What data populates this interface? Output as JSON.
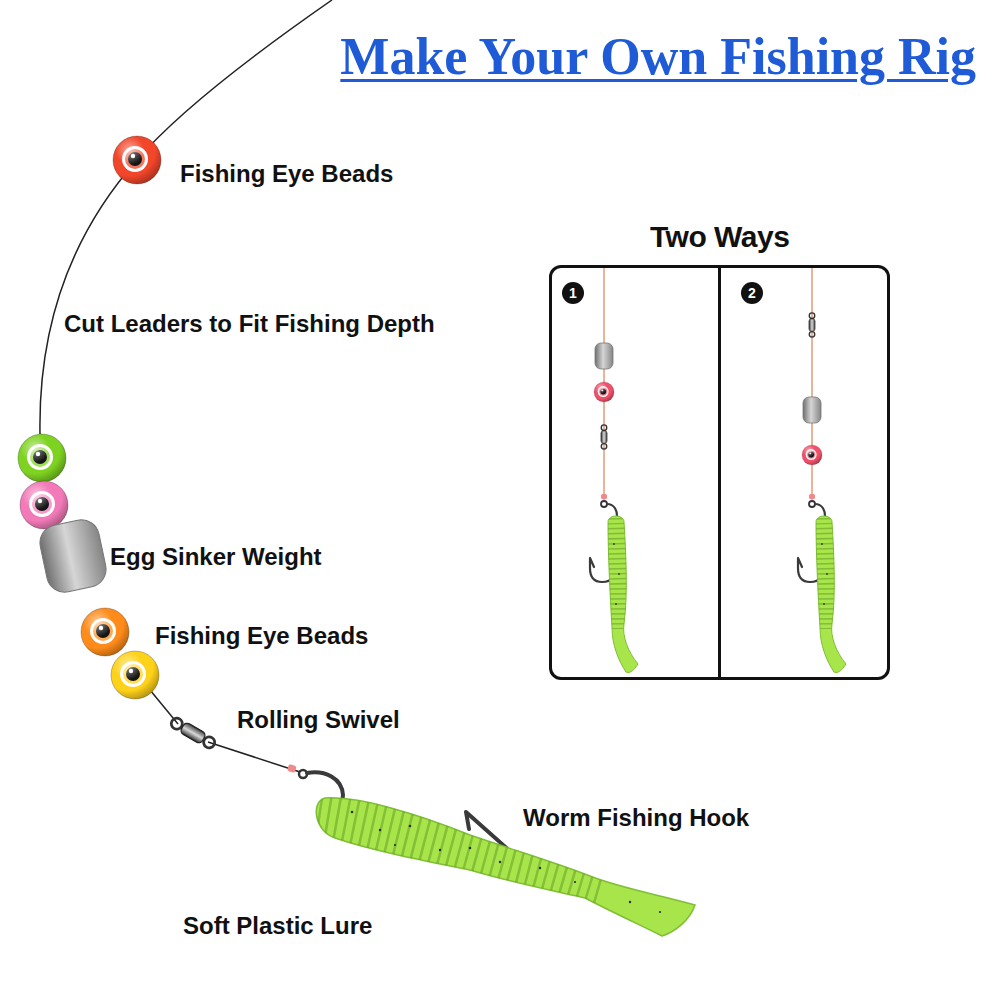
{
  "diagram": {
    "title": "Make Your Own Fishing Rig",
    "nodes": [
      {
        "text": [
          "Two Ways"
        ]
      },
      {
        "text": [
          "1"
        ],
        "in": 0
      },
      {
        "text": [
          "2"
        ],
        "in": 0
      }
    ],
    "labels": [
      "Fishing Eye Beads",
      "Cut Leaders to Fit Fishing Depth",
      "Egg Sinker Weight",
      "Fishing Eye Beads",
      "Rolling Swivel",
      "Worm Fishing Hook",
      "Soft Plastic Lure"
    ]
  }
}
